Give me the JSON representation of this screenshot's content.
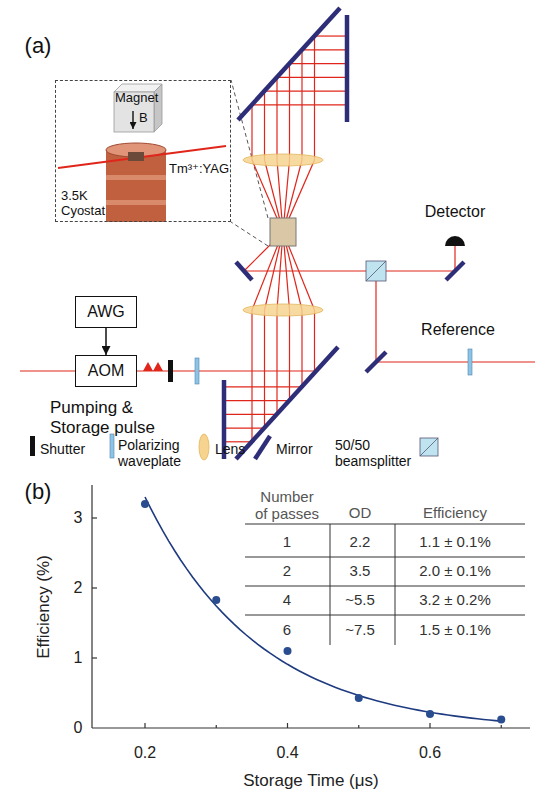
{
  "diagram": {
    "nodes": [
      {
        "text": [
          "Magnet",
          "B",
          "Tm³⁺:YAG",
          "3.5K Cyostat"
        ]
      },
      {
        "text": [
          "AWG"
        ]
      },
      {
        "text": [
          "AOM"
        ]
      }
    ],
    "edges": [
      {
        "from": 1,
        "to": 2,
        "arrow": "to"
      }
    ],
    "labels": [
      "(a)",
      "Pumping & Storage pulse",
      "Detector",
      "Reference",
      "(b)",
      "Efficiency (%)",
      "Storage Time (μs)",
      "0",
      "1",
      "2",
      "3",
      "0.2",
      "0.4",
      "0.6",
      "Number of passes",
      "OD",
      "Efficiency",
      "1",
      "2.2",
      "1.1 ± 0.1%",
      "2",
      "3.5",
      "2.0 ± 0.1%",
      "4",
      "~5.5",
      "3.2 ± 0.2%",
      "6",
      "~7.5",
      "1.5 ± 0.1%"
    ],
    "legend": [
      {
        "text": "Shutter"
      },
      {
        "text": "Polarizing waveplate"
      },
      {
        "text": "Lens"
      },
      {
        "text": "Mirror"
      },
      {
        "text": "50/50 beamsplitter"
      }
    ]
  }
}
